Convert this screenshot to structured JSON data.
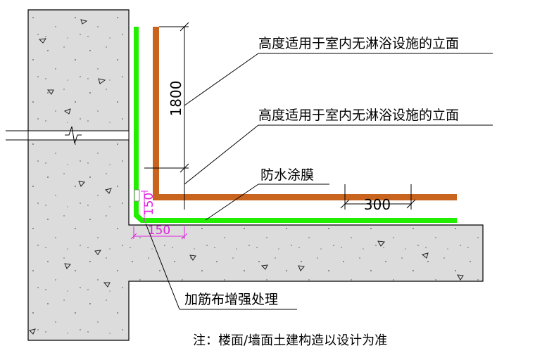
{
  "labels": {
    "height_note_1": "高度适用于室内无淋浴设施的立面",
    "height_note_2": "高度适用于室内无淋浴设施的立面",
    "waterproof_coating": "防水涂膜",
    "reinforcement": "加筋布增强处理",
    "note": "注：楼面/墙面土建构造以设计为准"
  },
  "dimensions": {
    "wall_height": "1800",
    "floor_length": "300",
    "corner_vertical": "150",
    "corner_horizontal": "150"
  },
  "colors": {
    "concrete": "#dcdcdc",
    "outline": "#000000",
    "waterproof_layer": "#22ee00",
    "finish_layer": "#c8641e",
    "corner_dim": "#e020e0"
  }
}
